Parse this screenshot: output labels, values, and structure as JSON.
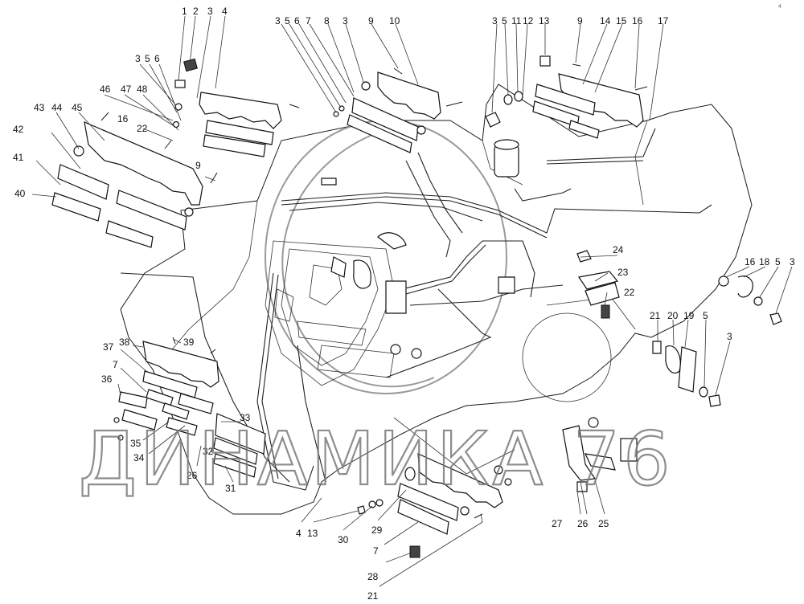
{
  "diagram": {
    "watermark": "ДИНАМИКА 76",
    "corner_mark": "4",
    "callouts": [
      {
        "id": "c1",
        "text": "1"
      },
      {
        "id": "c2",
        "text": "2"
      },
      {
        "id": "c3",
        "text": "3"
      },
      {
        "id": "c4",
        "text": "4"
      },
      {
        "id": "c5",
        "text": "3"
      },
      {
        "id": "c6",
        "text": "5"
      },
      {
        "id": "c7",
        "text": "6"
      },
      {
        "id": "c8",
        "text": "46"
      },
      {
        "id": "c9",
        "text": "47"
      },
      {
        "id": "c10",
        "text": "48"
      },
      {
        "id": "c11",
        "text": "43"
      },
      {
        "id": "c12",
        "text": "44"
      },
      {
        "id": "c13",
        "text": "45"
      },
      {
        "id": "c14",
        "text": "16"
      },
      {
        "id": "c15",
        "text": "22"
      },
      {
        "id": "c16",
        "text": "42"
      },
      {
        "id": "c17",
        "text": "41"
      },
      {
        "id": "c18",
        "text": "40"
      },
      {
        "id": "c19",
        "text": "9"
      },
      {
        "id": "c20",
        "text": "3"
      },
      {
        "id": "c21",
        "text": "5"
      },
      {
        "id": "c22",
        "text": "6"
      },
      {
        "id": "c23",
        "text": "7"
      },
      {
        "id": "c24",
        "text": "8"
      },
      {
        "id": "c25",
        "text": "3"
      },
      {
        "id": "c26",
        "text": "9"
      },
      {
        "id": "c27",
        "text": "10"
      },
      {
        "id": "c28",
        "text": "3"
      },
      {
        "id": "c29",
        "text": "5"
      },
      {
        "id": "c30",
        "text": "11"
      },
      {
        "id": "c31",
        "text": "12"
      },
      {
        "id": "c32",
        "text": "13"
      },
      {
        "id": "c33",
        "text": "9"
      },
      {
        "id": "c34",
        "text": "14"
      },
      {
        "id": "c35",
        "text": "15"
      },
      {
        "id": "c36",
        "text": "16"
      },
      {
        "id": "c37",
        "text": "17"
      },
      {
        "id": "c38",
        "text": "24"
      },
      {
        "id": "c39",
        "text": "23"
      },
      {
        "id": "c40",
        "text": "22"
      },
      {
        "id": "c41",
        "text": "16"
      },
      {
        "id": "c42",
        "text": "18"
      },
      {
        "id": "c43",
        "text": "5"
      },
      {
        "id": "c44",
        "text": "3"
      },
      {
        "id": "c45",
        "text": "21"
      },
      {
        "id": "c46",
        "text": "20"
      },
      {
        "id": "c47",
        "text": "19"
      },
      {
        "id": "c48",
        "text": "5"
      },
      {
        "id": "c49",
        "text": "3"
      },
      {
        "id": "c50",
        "text": "38"
      },
      {
        "id": "c51",
        "text": "39"
      },
      {
        "id": "c52",
        "text": "37"
      },
      {
        "id": "c53",
        "text": "7"
      },
      {
        "id": "c54",
        "text": "36"
      },
      {
        "id": "c55",
        "text": "35"
      },
      {
        "id": "c56",
        "text": "34"
      },
      {
        "id": "c57",
        "text": "33"
      },
      {
        "id": "c58",
        "text": "32"
      },
      {
        "id": "c59",
        "text": "26"
      },
      {
        "id": "c60",
        "text": "31"
      },
      {
        "id": "c61",
        "text": "4"
      },
      {
        "id": "c62",
        "text": "13"
      },
      {
        "id": "c63",
        "text": "30"
      },
      {
        "id": "c64",
        "text": "29"
      },
      {
        "id": "c65",
        "text": "7"
      },
      {
        "id": "c66",
        "text": "28"
      },
      {
        "id": "c67",
        "text": "21"
      },
      {
        "id": "c68",
        "text": "27"
      },
      {
        "id": "c69",
        "text": "26"
      },
      {
        "id": "c70",
        "text": "25"
      }
    ]
  }
}
